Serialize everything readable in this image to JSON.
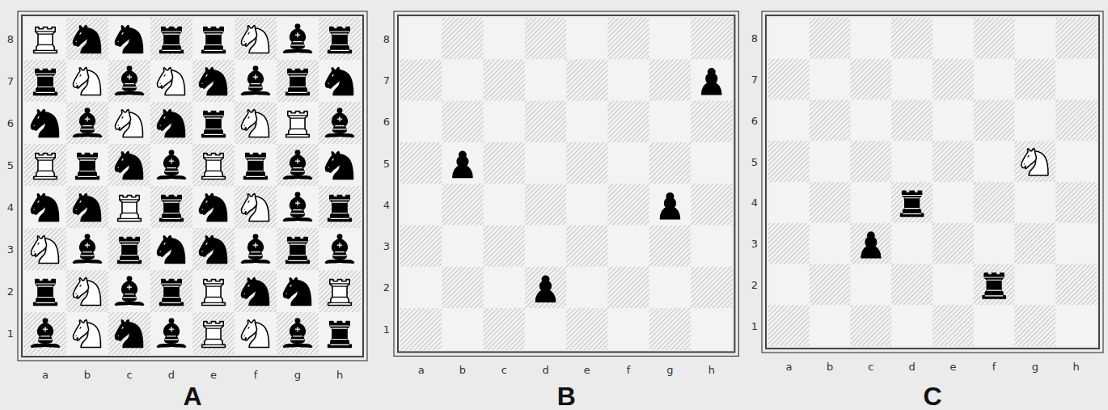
{
  "diagram": {
    "labels": [
      "8",
      "7",
      "6",
      "5",
      "4",
      "3",
      "2",
      "1",
      "a",
      "b",
      "c",
      "d",
      "e",
      "f",
      "g",
      "h",
      "A",
      "8",
      "7",
      "6",
      "5",
      "4",
      "3",
      "2",
      "1",
      "a",
      "b",
      "c",
      "d",
      "e",
      "f",
      "g",
      "h",
      "B",
      "8",
      "7",
      "6",
      "5",
      "4",
      "3",
      "2",
      "1",
      "a",
      "b",
      "c",
      "d",
      "e",
      "f",
      "g",
      "h",
      "C"
    ]
  }
}
